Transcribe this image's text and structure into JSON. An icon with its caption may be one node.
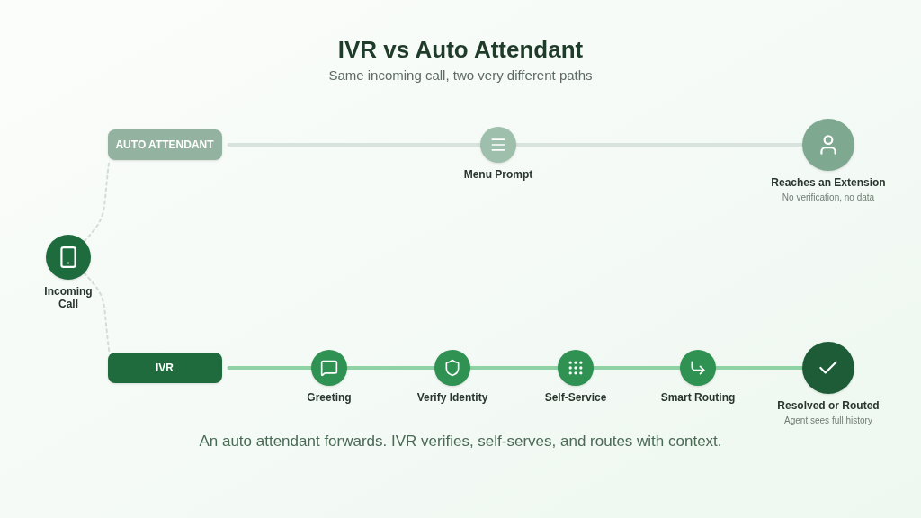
{
  "diagram": {
    "title": "IVR vs Auto Attendant",
    "caption": "An auto attendant forwards. IVR verifies, self-serves, and routes with context.",
    "nodes": [
      {
        "text": [
          "Incoming Call"
        ]
      },
      {
        "text": [
          "AUTO ATTENDANT"
        ]
      },
      {
        "text": [
          "Menu Prompt"
        ]
      },
      {
        "text": [
          "Reaches an Extension",
          "No verification, no data"
        ]
      },
      {
        "text": [
          "IVR"
        ]
      },
      {
        "text": [
          "Greeting"
        ]
      },
      {
        "text": [
          "Verify Identity"
        ]
      },
      {
        "text": [
          "Self-Service"
        ]
      },
      {
        "text": [
          "Smart Routing"
        ]
      },
      {
        "text": [
          "Resolved or Routed",
          "Agent sees full history"
        ]
      }
    ],
    "edges": [
      {
        "from": 0,
        "to": 1,
        "arrow": "none",
        "style": "dashed",
        "color": "#d3ddd7"
      },
      {
        "from": 0,
        "to": 4,
        "arrow": "none",
        "style": "dashed",
        "color": "#d3ddd7"
      },
      {
        "from": 1,
        "to": 2,
        "arrow": "none",
        "color": "#d8e3dd"
      },
      {
        "from": 2,
        "to": 3,
        "arrow": "none",
        "color": "#d8e3dd"
      },
      {
        "from": 4,
        "to": 5,
        "arrow": "none"
      },
      {
        "from": 5,
        "to": 6,
        "arrow": "none"
      },
      {
        "from": 6,
        "to": 7,
        "arrow": "none"
      },
      {
        "from": 7,
        "to": 8,
        "arrow": "none"
      },
      {
        "from": 8,
        "to": 9,
        "arrow": "none"
      }
    ],
    "labels": [
      "Same incoming call, two very different paths"
    ]
  }
}
